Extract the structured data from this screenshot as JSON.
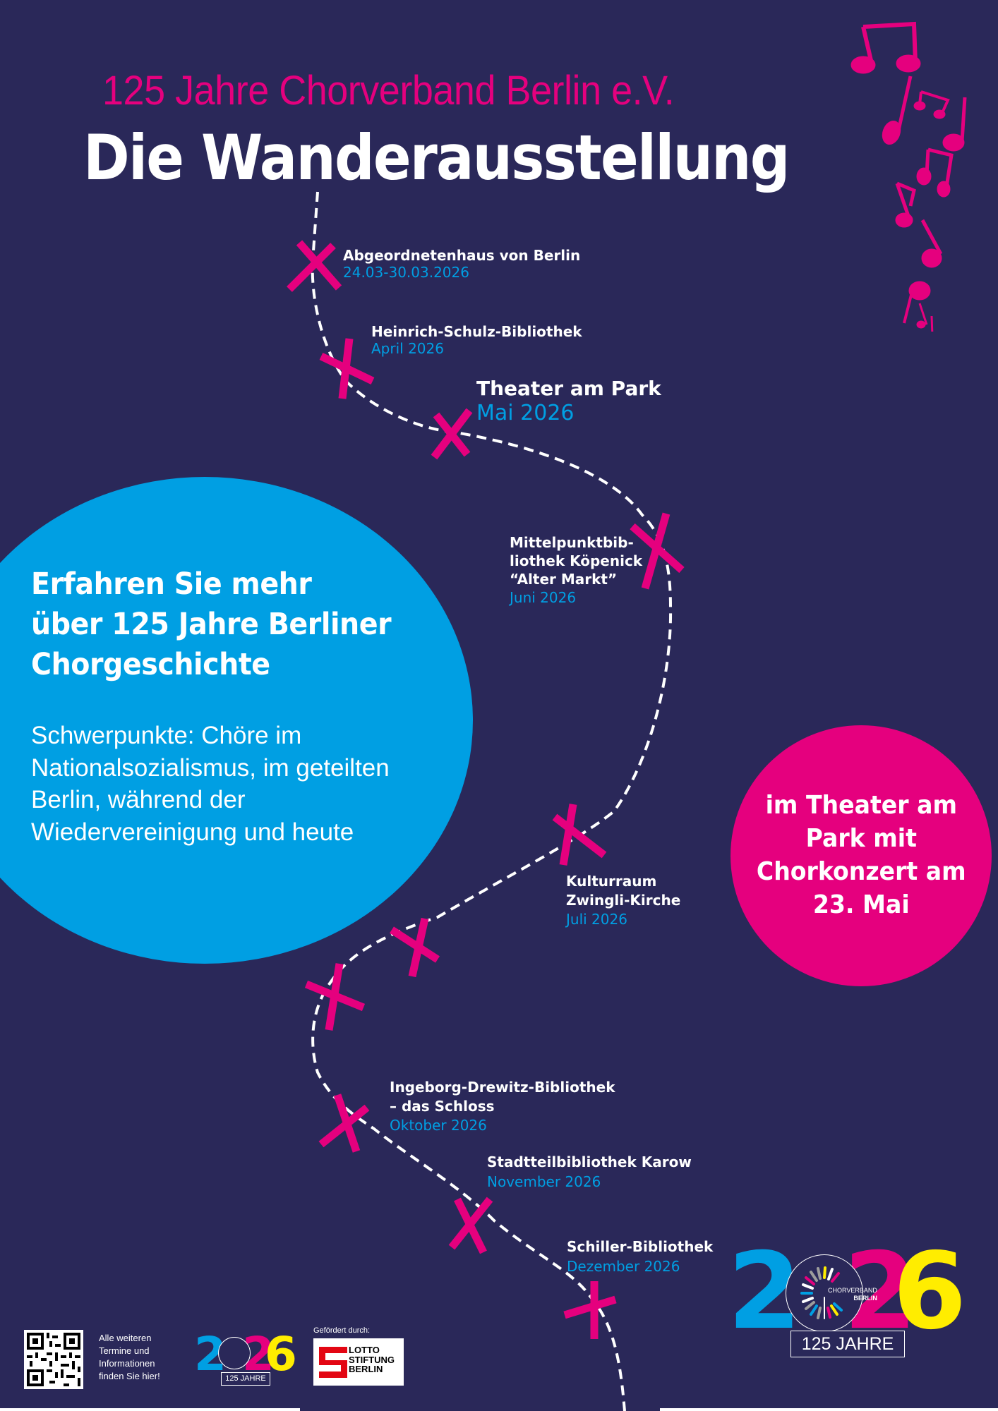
{
  "header": {
    "subtitle": "125 Jahre Chorverband Berlin e.V.",
    "title": "Die Wanderausstellung"
  },
  "colors": {
    "background": "#2a2859",
    "magenta": "#e5007e",
    "blue": "#009fe3",
    "yellow": "#ffed00",
    "white": "#ffffff"
  },
  "route": {
    "stops": [
      {
        "name": "Abgeordnetenhaus von Berlin",
        "date": "24.03-30.03.2026"
      },
      {
        "name": "Heinrich-Schulz-Bibliothek",
        "date": "April 2026"
      },
      {
        "name": "Theater am Park",
        "date": "Mai 2026"
      },
      {
        "name_lines": [
          "Mittelpunktbib-",
          "liothek Köpenick",
          "“Alter Markt”"
        ],
        "date": "Juni 2026"
      },
      {
        "name_lines": [
          "Kulturraum",
          "Zwingli-Kirche"
        ],
        "date": "Juli 2026"
      },
      {
        "name_lines": [
          "Ingeborg-Drewitz-Bibliothek",
          "– das Schloss"
        ],
        "date": "Oktober 2026"
      },
      {
        "name": "Stadtteilbibliothek Karow",
        "date": "November 2026"
      },
      {
        "name": "Schiller-Bibliothek",
        "date": "Dezember 2026"
      }
    ],
    "marker_icon": "cross-marker-icon"
  },
  "info_circle": {
    "headline_lines": [
      "Erfahren Sie mehr",
      "über 125 Jahre Berliner",
      "Chorgeschichte"
    ],
    "body_lines": [
      "Schwerpunkte: Chöre im",
      "Nationalsozialismus, im geteilten",
      "Berlin, während der",
      "Wiedervereinigung und heute"
    ]
  },
  "concert_circle": {
    "text": "im Theater am\nPark mit\nChorkonzert am\n23. Mai"
  },
  "logo": {
    "digits": [
      "2",
      "2",
      "6"
    ],
    "brand_line1": "CHORVERBAND",
    "brand_line2": "BERLIN",
    "years_label": "125 JAHRE"
  },
  "footer": {
    "qr_icon": "qr-code-icon",
    "info_text": "Alle weiteren\nTermine und\nInformationen\nfinden Sie hier!",
    "funded_label": "Gefördert durch:",
    "sponsor_text": "LOTTO\nSTIFTUNG\nBERLIN",
    "small_logo_years": "125 JAHRE"
  }
}
